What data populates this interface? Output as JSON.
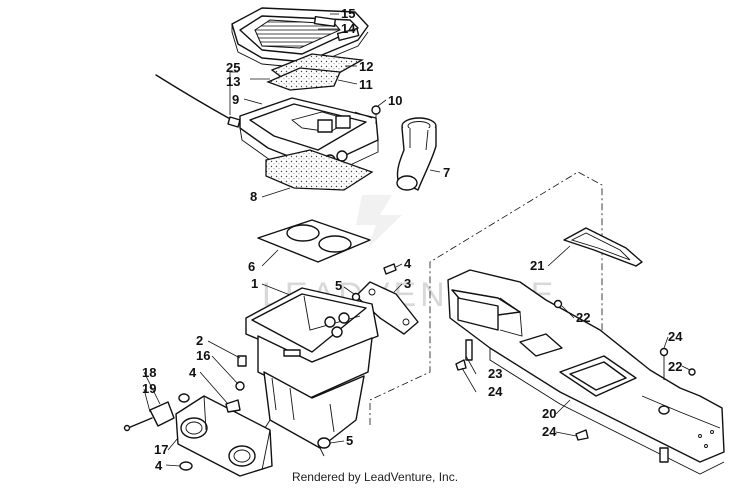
{
  "callouts": [
    {
      "id": "15",
      "label": "15"
    },
    {
      "id": "14",
      "label": "14"
    },
    {
      "id": "25",
      "label": "25"
    },
    {
      "id": "13",
      "label": "13"
    },
    {
      "id": "12",
      "label": "12"
    },
    {
      "id": "11",
      "label": "11"
    },
    {
      "id": "9",
      "label": "9"
    },
    {
      "id": "10",
      "label": "10"
    },
    {
      "id": "7",
      "label": "7"
    },
    {
      "id": "8",
      "label": "8"
    },
    {
      "id": "21",
      "label": "21"
    },
    {
      "id": "6",
      "label": "6"
    },
    {
      "id": "4a",
      "label": "4"
    },
    {
      "id": "1",
      "label": "1"
    },
    {
      "id": "5a",
      "label": "5"
    },
    {
      "id": "3",
      "label": "3"
    },
    {
      "id": "22a",
      "label": "22"
    },
    {
      "id": "2",
      "label": "2"
    },
    {
      "id": "16",
      "label": "16"
    },
    {
      "id": "24a",
      "label": "24"
    },
    {
      "id": "22b",
      "label": "22"
    },
    {
      "id": "18",
      "label": "18"
    },
    {
      "id": "4b",
      "label": "4"
    },
    {
      "id": "23",
      "label": "23"
    },
    {
      "id": "19",
      "label": "19"
    },
    {
      "id": "24b",
      "label": "24"
    },
    {
      "id": "20",
      "label": "20"
    },
    {
      "id": "24c",
      "label": "24"
    },
    {
      "id": "17",
      "label": "17"
    },
    {
      "id": "5b",
      "label": "5"
    },
    {
      "id": "4c",
      "label": "4"
    }
  ],
  "watermark": "LEADVENTURE",
  "credit": "Rendered by LeadVenture, Inc."
}
